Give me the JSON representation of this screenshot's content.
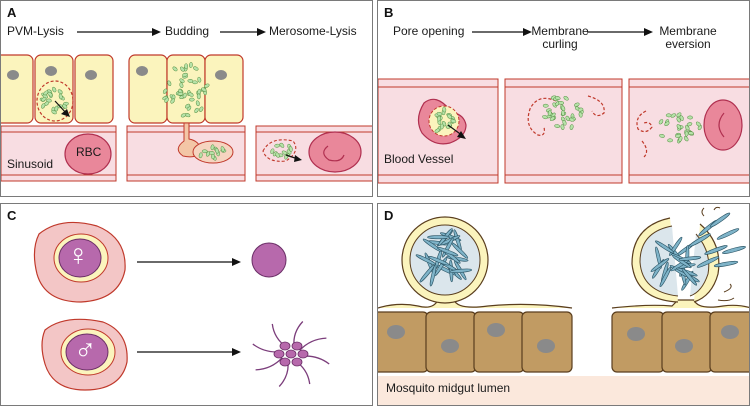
{
  "panels": {
    "a": {
      "label": "A",
      "steps": [
        "PVM-Lysis",
        "Budding",
        "Merosome-Lysis"
      ],
      "rbc_label": "RBC",
      "vessel_label": "Sinusoid"
    },
    "b": {
      "label": "B",
      "steps": [
        "Pore opening",
        "Membrane\ncurling",
        "Membrane\neversion"
      ],
      "vessel_label": "Blood Vessel"
    },
    "c": {
      "label": "C",
      "female_symbol": "♀",
      "male_symbol": "♂"
    },
    "d": {
      "label": "D",
      "lumen_label": "Mosquito midgut lumen"
    }
  },
  "colors": {
    "hepatocyte": "#fbf4bd",
    "hepatocyte_border": "#c0392b",
    "vessel": "#f8dde2",
    "rbc": "#e9879a",
    "merozoite": "#b6e2a8",
    "gamete": "#b769ac",
    "sporozoite": "#7fb4c9",
    "midgut_cell": "#c19b63"
  }
}
